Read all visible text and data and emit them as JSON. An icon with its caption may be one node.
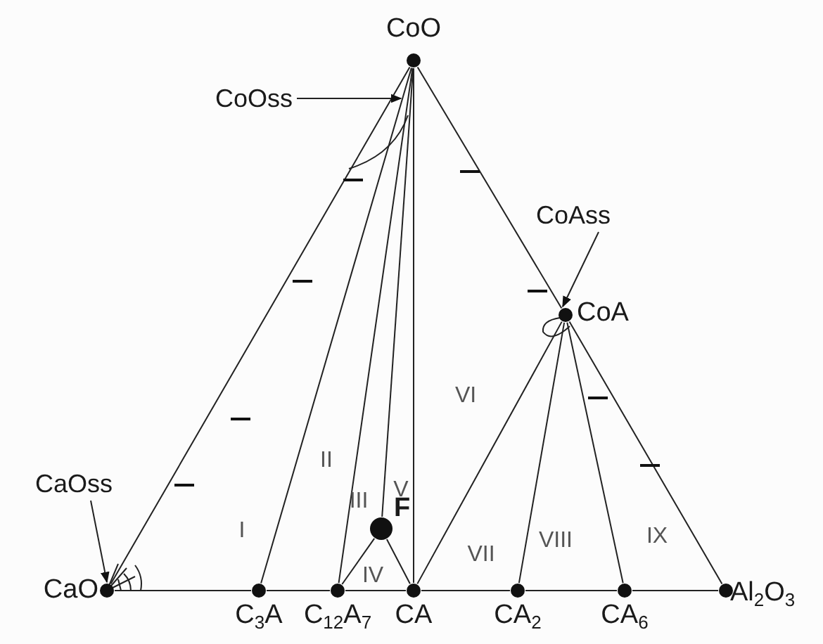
{
  "diagram": {
    "nodes": [
      {
        "text": [
          "CoO"
        ]
      },
      {
        "text": [
          "CoOss"
        ]
      },
      {
        "text": [
          "CoAss"
        ]
      },
      {
        "text": [
          "CoA"
        ]
      },
      {
        "text": [
          "CaOss"
        ]
      },
      {
        "text": [
          "F"
        ]
      },
      {
        "text": [
          "CaO"
        ]
      },
      {
        "text": [
          "C$_{3}$A"
        ]
      },
      {
        "text": [
          "C$_{12}$A$_{7}$"
        ]
      },
      {
        "text": [
          "CA"
        ]
      },
      {
        "text": [
          "CA$_{2}$"
        ]
      },
      {
        "text": [
          "CA$_{6}$"
        ]
      },
      {
        "text": [
          "Al$_{2}$O$_{3}$"
        ]
      }
    ],
    "edges": [
      {
        "from": 0,
        "to": 6,
        "arrow": "none"
      },
      {
        "from": 0,
        "to": 3,
        "arrow": "none"
      },
      {
        "from": 3,
        "to": 12,
        "arrow": "none"
      },
      {
        "from": 6,
        "to": 7,
        "arrow": "none"
      },
      {
        "from": 7,
        "to": 8,
        "arrow": "none"
      },
      {
        "from": 8,
        "to": 9,
        "arrow": "none"
      },
      {
        "from": 9,
        "to": 10,
        "arrow": "none"
      },
      {
        "from": 10,
        "to": 11,
        "arrow": "none"
      },
      {
        "from": 11,
        "to": 12,
        "arrow": "none"
      },
      {
        "from": 0,
        "to": 7,
        "arrow": "none"
      },
      {
        "from": 0,
        "to": 8,
        "arrow": "none"
      },
      {
        "from": 8,
        "to": 5,
        "arrow": "none"
      },
      {
        "from": 5,
        "to": 0,
        "arrow": "none"
      },
      {
        "from": 5,
        "to": 9,
        "arrow": "none"
      },
      {
        "from": 0,
        "to": 9,
        "arrow": "none"
      },
      {
        "from": 3,
        "to": 9,
        "arrow": "none"
      },
      {
        "from": 3,
        "to": 10,
        "arrow": "none"
      },
      {
        "from": 3,
        "to": 11,
        "arrow": "none"
      },
      {
        "from": 1,
        "to": 0,
        "arrow": "to"
      },
      {
        "from": 2,
        "to": 3,
        "arrow": "to"
      },
      {
        "from": 4,
        "to": 6,
        "arrow": "to"
      }
    ],
    "labels": [
      "VI",
      "II",
      "V",
      "I",
      "III",
      "VII",
      "VIII",
      "IX",
      "IV"
    ]
  }
}
